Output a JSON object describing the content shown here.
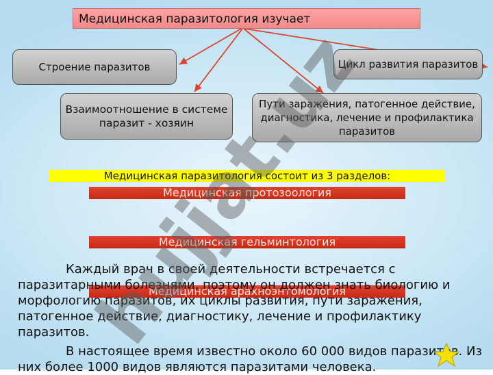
{
  "diagram": {
    "title": "Медицинская паразитология изучает",
    "topics": [
      "Строение паразитов",
      "Взаимоотношение в системе паразит - хозяин",
      "Пути заражения, патогенное действие, диагностика, лечение и профилактика паразитов",
      "Цикл развития паразитов"
    ]
  },
  "sections": {
    "heading": "Медицинская паразитология состоит из 3 разделов:",
    "items": [
      "Медицинская протозоология",
      "Медицинская гельминтология",
      "Медицинская арахноэнтомология"
    ]
  },
  "text": {
    "paragraph1": "Каждый врач в своей деятельности встречается с паразитарными болезнями, поэтому он должен знать биологию и морфологию паразитов, их циклы развития, пути заражения, патогенное действие, диагностику, лечение и профилактику паразитов.",
    "paragraph2": "В настоящее время известно около 60 000 видов паразитов. Из них более 1000 видов являются паразитами человека."
  },
  "watermark": "hujjat.uz",
  "colors": {
    "title_fill": "#f99a9a",
    "box_fill": "#bdbdbd",
    "arrow": "#d9442b",
    "highlight": "#ffff00",
    "section_bar": "#d23a22",
    "watermark": "#5a5a5a",
    "star": "#f5e000"
  }
}
